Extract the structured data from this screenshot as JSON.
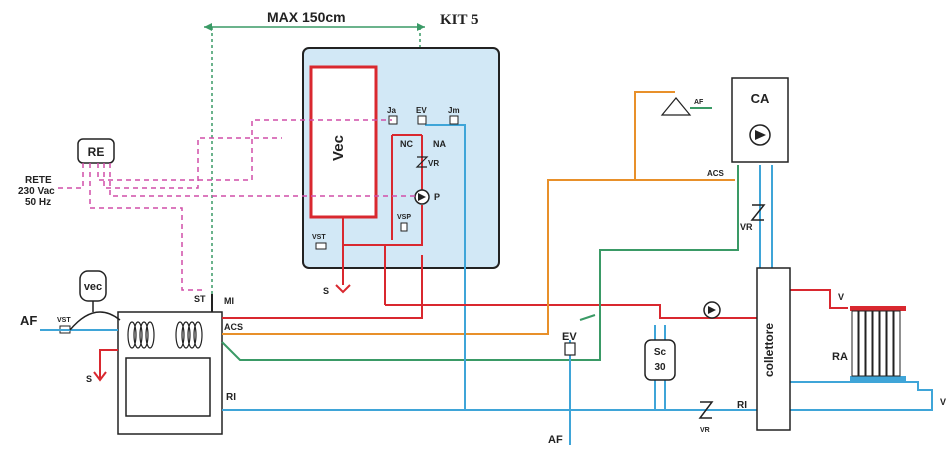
{
  "top": {
    "max_label": "MAX 150cm",
    "kit_label": "KIT 5"
  },
  "kit": {
    "vec": "Vec",
    "ja": "Ja",
    "ev": "EV",
    "jm": "Jm",
    "nc": "NC",
    "na": "NA",
    "vr": "VR",
    "p": "P",
    "vsp": "VSP",
    "vst": "VST",
    "s": "S"
  },
  "re": {
    "label": "RE",
    "rete_line1": "RETE",
    "rete_line2": "230 Vac",
    "rete_line3": "50 Hz"
  },
  "boiler": {
    "vec_tank": "vec",
    "af": "AF",
    "vst": "VST",
    "s": "S",
    "st": "ST",
    "mi": "MI",
    "acs": "ACS",
    "ri": "RI"
  },
  "middle": {
    "ev": "EV",
    "af_bottom": "AF",
    "sc": "Sc",
    "sc_num": "30",
    "vr": "VR",
    "ri": "RI"
  },
  "ca": {
    "label": "CA",
    "acs": "ACS",
    "vr": "VR",
    "shower_af": "AF"
  },
  "collector": {
    "label": "collettore",
    "v_top": "V",
    "v_bottom": "V",
    "ra": "RA"
  },
  "colors": {
    "red": "#d9282f",
    "blue": "#3fa5d8",
    "green": "#3a9a66",
    "orange": "#e8902a",
    "magenta": "#d14fa8",
    "kit_bg": "#d2e8f6"
  }
}
